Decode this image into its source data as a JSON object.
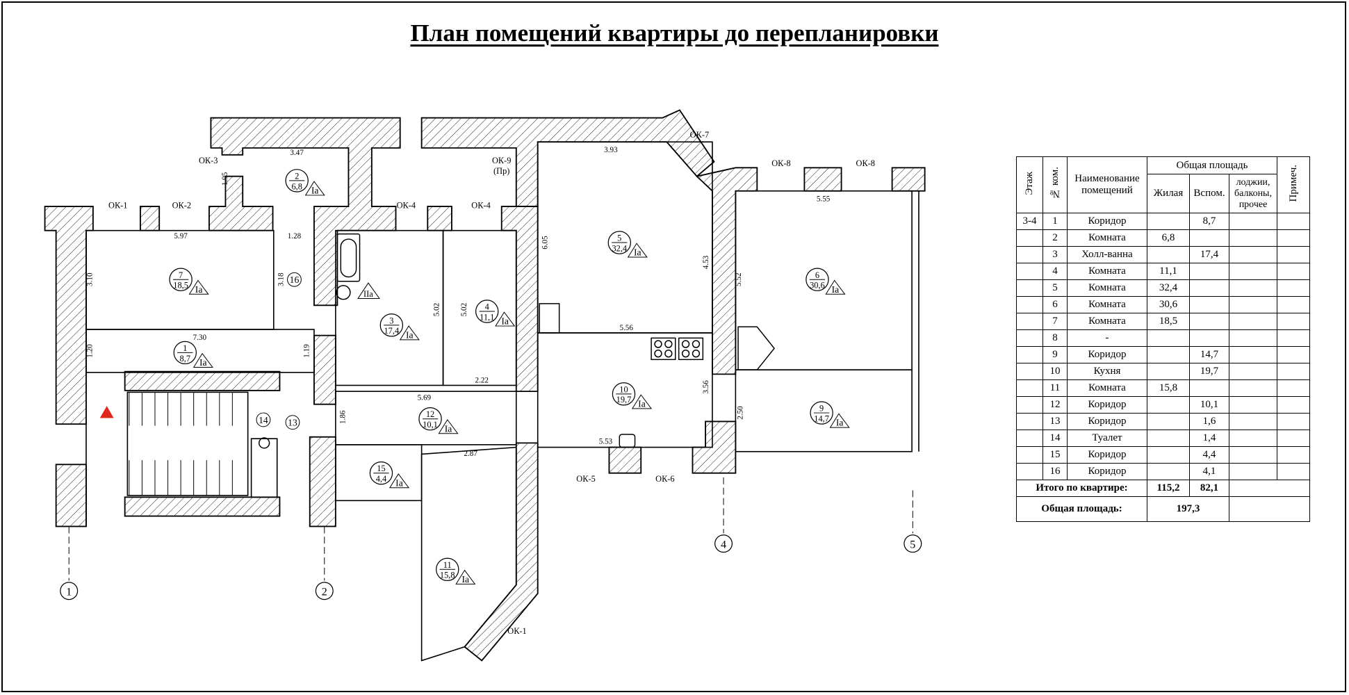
{
  "title": "План помещений квартиры до перепланировки",
  "rooms": [
    {
      "no": "2",
      "area": "6,8",
      "cls": "Iа"
    },
    {
      "no": "7",
      "area": "18,5",
      "cls": "Iа"
    },
    {
      "no": "3",
      "area": "17,4",
      "cls": "Iа"
    },
    {
      "no": "4",
      "area": "11,1",
      "cls": "Iа"
    },
    {
      "no": "5",
      "area": "32,4",
      "cls": "Iа"
    },
    {
      "no": "6",
      "area": "30,6",
      "cls": "Iа"
    },
    {
      "no": "1",
      "area": "8,7",
      "cls": "Iа"
    },
    {
      "no": "12",
      "area": "10,1",
      "cls": "Iа"
    },
    {
      "no": "10",
      "area": "19,7",
      "cls": "Iа"
    },
    {
      "no": "9",
      "area": "14,7",
      "cls": "Iа"
    },
    {
      "no": "15",
      "area": "4,4",
      "cls": "Iа"
    },
    {
      "no": "11",
      "area": "15,8",
      "cls": "Iа"
    }
  ],
  "small_rooms": [
    "16",
    "14",
    "13"
  ],
  "bath_class": "IIа",
  "dimensions": [
    "3.47",
    "1.95",
    "5.97",
    "1.28",
    "3.10",
    "3.18",
    "7.30",
    "1.20",
    "1.19",
    "5.02",
    "5.02",
    "3.93",
    "6.05",
    "4.53",
    "5.52",
    "5.55",
    "5.56",
    "2.22",
    "5.69",
    "1.86",
    "3.56",
    "2.50",
    "2.87",
    "5.53"
  ],
  "openings": [
    "ОК-1",
    "ОК-2",
    "ОК-3",
    "ОК-4",
    "ОК-4",
    "ОК-9",
    "(Пр)",
    "ОК-7",
    "ОК-8",
    "ОК-8",
    "ОК-5",
    "ОК-6",
    "ОК-1"
  ],
  "axes": [
    "1",
    "2",
    "4",
    "5"
  ],
  "table": {
    "headers": {
      "floor": "Этаж",
      "no": "№ ком.",
      "name": "Наименование помещений",
      "total": "Общая площадь",
      "living": "Жилая",
      "aux": "Вспом.",
      "loggia": "лоджии, балконы, прочее",
      "note": "Примеч."
    },
    "floor": "3-4",
    "rows": [
      {
        "no": "1",
        "name": "Коридор",
        "living": "",
        "aux": "8,7"
      },
      {
        "no": "2",
        "name": "Комната",
        "living": "6,8",
        "aux": ""
      },
      {
        "no": "3",
        "name": "Холл-ванна",
        "living": "",
        "aux": "17,4"
      },
      {
        "no": "4",
        "name": "Комната",
        "living": "11,1",
        "aux": ""
      },
      {
        "no": "5",
        "name": "Комната",
        "living": "32,4",
        "aux": ""
      },
      {
        "no": "6",
        "name": "Комната",
        "living": "30,6",
        "aux": ""
      },
      {
        "no": "7",
        "name": "Комната",
        "living": "18,5",
        "aux": ""
      },
      {
        "no": "8",
        "name": "-",
        "living": "",
        "aux": ""
      },
      {
        "no": "9",
        "name": "Коридор",
        "living": "",
        "aux": "14,7"
      },
      {
        "no": "10",
        "name": "Кухня",
        "living": "",
        "aux": "19,7"
      },
      {
        "no": "11",
        "name": "Комната",
        "living": "15,8",
        "aux": ""
      },
      {
        "no": "12",
        "name": "Коридор",
        "living": "",
        "aux": "10,1"
      },
      {
        "no": "13",
        "name": "Коридор",
        "living": "",
        "aux": "1,6"
      },
      {
        "no": "14",
        "name": "Туалет",
        "living": "",
        "aux": "1,4"
      },
      {
        "no": "15",
        "name": "Коридор",
        "living": "",
        "aux": "4,4"
      },
      {
        "no": "16",
        "name": "Коридор",
        "living": "",
        "aux": "4,1"
      }
    ],
    "total_label": "Итого по квартире:",
    "total_living": "115,2",
    "total_aux": "82,1",
    "grand_label": "Общая площадь:",
    "grand_total": "197,3"
  }
}
